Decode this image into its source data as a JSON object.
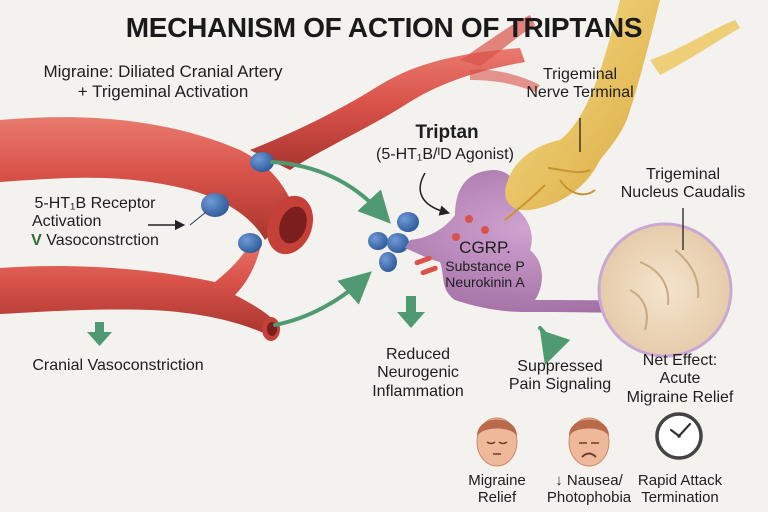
{
  "title": "MECHANISM OF ACTION OF TRIPTANS",
  "labels": {
    "migraine_state": [
      "Migraine: Diliated Cranial Artery",
      "+ Trigeminal Activation"
    ],
    "trigeminal_nerve_terminal": [
      "Trigeminal",
      "Nerve Terminal"
    ],
    "triptan": "Triptan",
    "triptan_sub": "(5-HT₁B/ᴵD Agonist)",
    "receptor": [
      "5-HT₁B Receptor",
      "Activation →",
      "V Vasoconstrction"
    ],
    "nucleus": [
      "Trigeminal",
      "Nucleus Caudalis"
    ],
    "neuropeptides": [
      "CGRP.",
      "Substance P",
      "Neurokinin A"
    ],
    "cranial_vasoconstriction": "Cranial Vasoconstriction",
    "reduced_inflammation": [
      "Reduced",
      "Neurogenic",
      "Inflammation"
    ],
    "suppressed_pain": [
      "Suppressed",
      "Pain Signaling"
    ],
    "net_effect": [
      "Net Effect:",
      "Acute",
      "Migraine Relief"
    ]
  },
  "outcomes": [
    {
      "icon": "calm-face-icon",
      "label": [
        "Migraine",
        "Relief"
      ]
    },
    {
      "icon": "nauseous-face-icon",
      "label": [
        "↓ Nausea/",
        "Photophobia"
      ]
    },
    {
      "icon": "clock-icon",
      "label": [
        "Rapid Attack",
        "Termination"
      ]
    }
  ],
  "colors": {
    "artery": "#d9534a",
    "artery_dark": "#b23a33",
    "receptor": "#3f6fb2",
    "arrow_green": "#4f9a72",
    "neuron_purple": "#b884b8",
    "nerve_yellow": "#ecc55a",
    "brainstem": "#f1dcc0"
  }
}
